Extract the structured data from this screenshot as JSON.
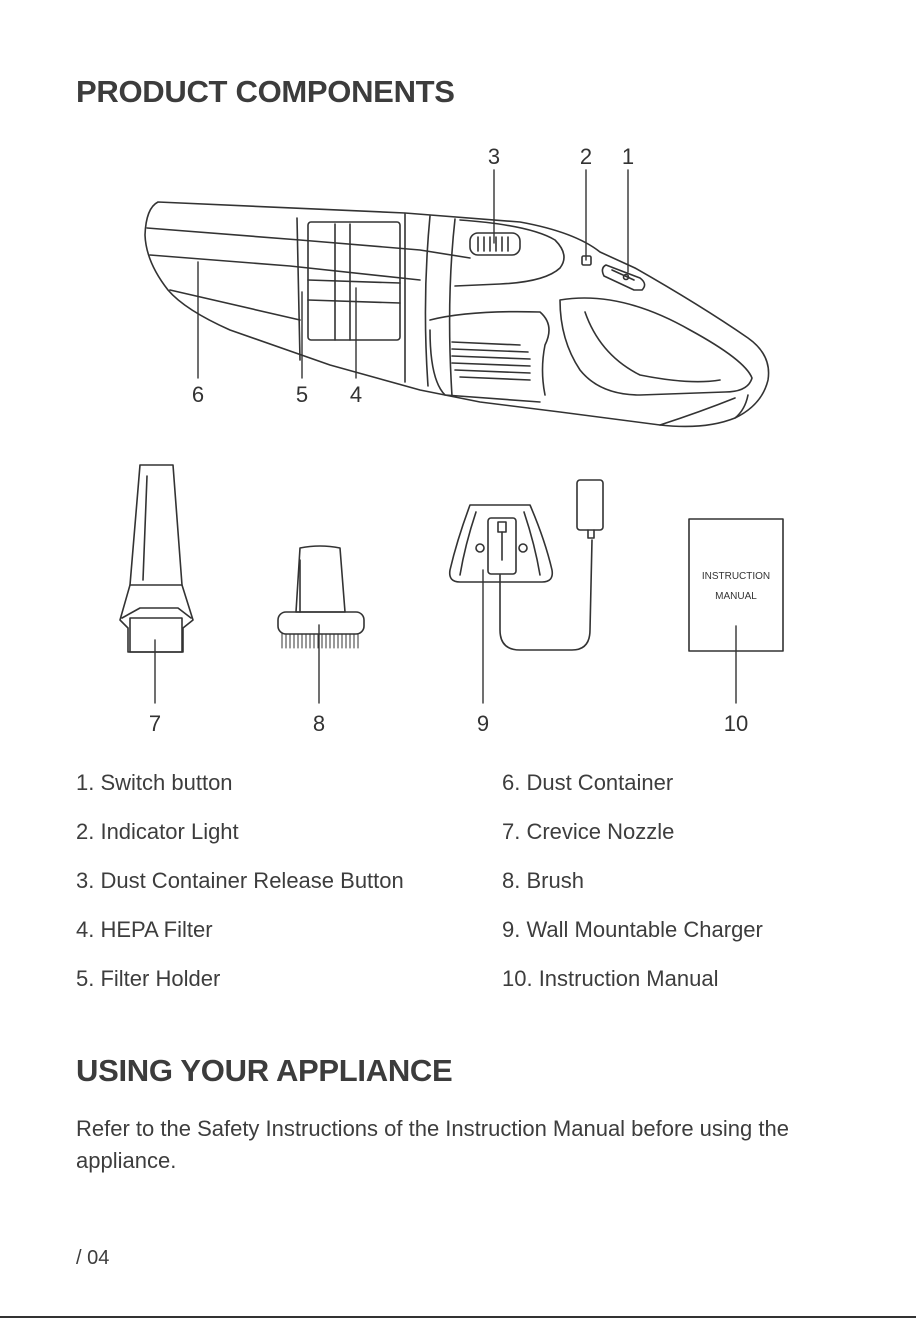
{
  "section1": {
    "title": "PRODUCT COMPONENTS"
  },
  "callouts": [
    "3",
    "2",
    "1",
    "6",
    "5",
    "4",
    "7",
    "8",
    "9",
    "10"
  ],
  "manual_label": {
    "line1": "INSTRUCTION",
    "line2": "MANUAL"
  },
  "components_left": [
    "1. Switch button",
    "2. Indicator Light",
    "3. Dust Container Release Button",
    "4. HEPA Filter",
    "5. Filter Holder"
  ],
  "components_right": [
    "6. Dust Container",
    "7. Crevice Nozzle",
    "8. Brush",
    "9. Wall Mountable Charger",
    "10. Instruction Manual"
  ],
  "section2": {
    "title": "USING YOUR APPLIANCE",
    "text": "Refer to the Safety Instructions of the Instruction Manual before using the appliance."
  },
  "page_number": "/ 04"
}
